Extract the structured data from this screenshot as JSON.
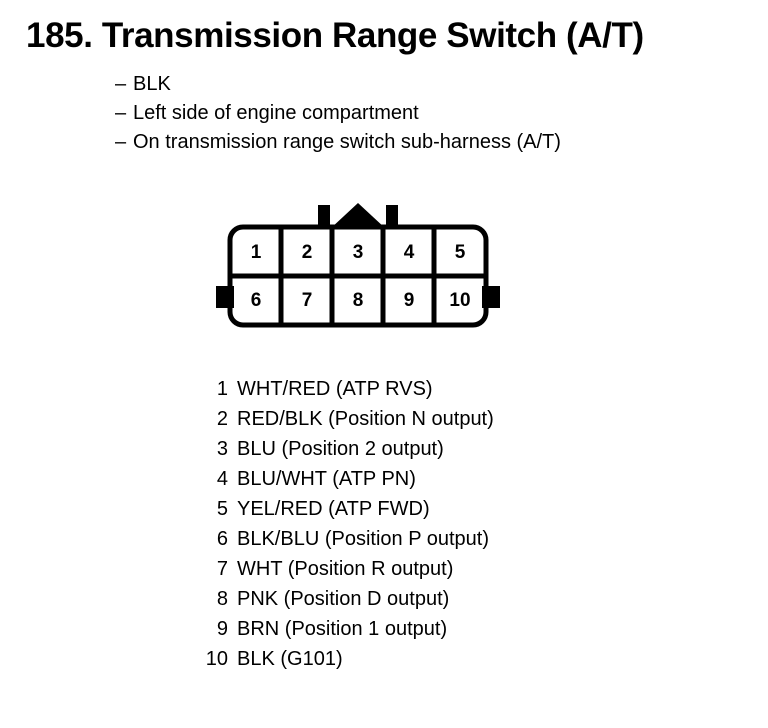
{
  "page": {
    "title": "185.  Transmission Range Switch (A/T)",
    "number": "185.",
    "name": "Transmission Range Switch (A/T)"
  },
  "description": {
    "dash": "–",
    "items": [
      {
        "text": "BLK"
      },
      {
        "text": "Left side of engine compartment"
      },
      {
        "text": "On transmission range switch sub-harness (A/T)"
      }
    ]
  },
  "connector": {
    "rows": 2,
    "columns": 5,
    "top_row": [
      "1",
      "2",
      "3",
      "4",
      "5"
    ],
    "bottom_row": [
      "6",
      "7",
      "8",
      "9",
      "10"
    ],
    "outline_color": "#000000",
    "body_color": "#ffffff"
  },
  "pin_legend": [
    {
      "pin": "1",
      "desc": "WHT/RED (ATP RVS)"
    },
    {
      "pin": "2",
      "desc": "RED/BLK (Position N output)"
    },
    {
      "pin": "3",
      "desc": "BLU (Position 2 output)"
    },
    {
      "pin": "4",
      "desc": "BLU/WHT (ATP PN)"
    },
    {
      "pin": "5",
      "desc": "YEL/RED (ATP FWD)"
    },
    {
      "pin": "6",
      "desc": "BLK/BLU (Position P output)"
    },
    {
      "pin": "7",
      "desc": "WHT (Position R output)"
    },
    {
      "pin": "8",
      "desc": "PNK (Position D output)"
    },
    {
      "pin": "9",
      "desc": "BRN (Position 1 output)"
    },
    {
      "pin": "10",
      "desc": "BLK (G101)"
    }
  ]
}
